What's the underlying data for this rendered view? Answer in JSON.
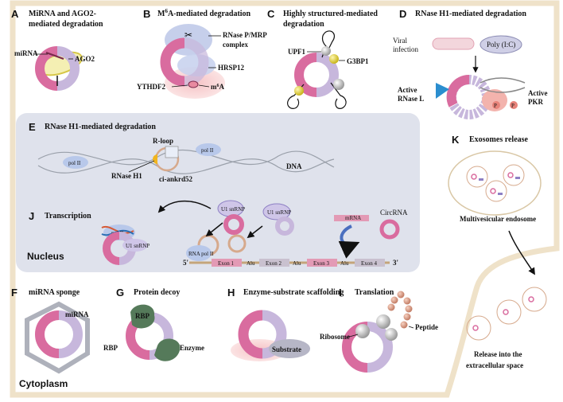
{
  "panels": {
    "A": {
      "letter": "A",
      "title1": "MiRNA and AGO2-",
      "title2": "mediated degradation",
      "mirna": "miRNA",
      "ago2": "AGO2"
    },
    "B": {
      "letter": "B",
      "title_pre": "M",
      "title_sup": "6",
      "title_post": "A-mediated degradation",
      "rnase1": "RNase P/MRP",
      "rnase2": "complex",
      "hrsp12": "HRSP12",
      "ythdf2": "YTHDF2",
      "m6a_pre": "m",
      "m6a_sup": "6",
      "m6a_post": "A"
    },
    "C": {
      "letter": "C",
      "title1": "Highly structured-mediated",
      "title2": "degradation",
      "upf1": "UPF1",
      "g3bp1": "G3BP1"
    },
    "D": {
      "letter": "D",
      "title": "RNase H1-mediated degradation",
      "viral1": "Viral",
      "viral2": "infection",
      "polyic": "Poly (I:C)",
      "active_rnase1": "Active",
      "active_rnase2": "RNase L",
      "active_pkr1": "Active",
      "active_pkr2": "PKR",
      "p1": "P",
      "p2": "P"
    },
    "E": {
      "letter": "E",
      "title": "RNase H1-mediated degradation",
      "pol2a": "pol II",
      "pol2b": "pol II",
      "rloop": "R-loop",
      "dna": "DNA",
      "rnaseh1": "RNase H1",
      "ciankrd": "ci-ankrd52"
    },
    "J": {
      "letter": "J",
      "title": "Transcription",
      "pol2": "pol II",
      "u1a": "U1 snRNP",
      "u1b": "U1 snRNP",
      "u1c": "U1 snRNP",
      "mrna": "mRNA",
      "circrna": "CircRNA",
      "rnapol": "RNA pol II",
      "five": "5'",
      "three": "3'",
      "exon1": "Exon 1",
      "alu1": "Alu",
      "exon2": "Exon 2",
      "alu2": "Alu",
      "exon3": "Exon 3",
      "alu3": "Alu",
      "exon4": "Exon 4",
      "nucleus": "Nucleus"
    },
    "K": {
      "letter": "K",
      "title": "Exosomes release",
      "mve": "Multivesicular endosome",
      "release1": "Release into the",
      "release2": "extracellular space"
    },
    "F": {
      "letter": "F",
      "title": "miRNA sponge",
      "mirna": "miRNA",
      "cytoplasm": "Cytoplasm"
    },
    "G": {
      "letter": "G",
      "title": "Protein decoy",
      "rbp_inner": "RBP",
      "rbp_left": "RBP",
      "enzyme": "Enzyme"
    },
    "H": {
      "letter": "H",
      "title": "Enzyme-substrate scaffolding",
      "substrate": "Substrate"
    },
    "I": {
      "letter": "I",
      "title": "Translation",
      "ribosome": "Ribosome",
      "peptide": "Peptide"
    }
  },
  "colors": {
    "circ_pink": "#d96c9f",
    "circ_lilac": "#c7b7dc",
    "cell_border": "#efe2c9",
    "nucleus": "#dfe2ec",
    "exon": "#e39ab5",
    "exon_gray": "#c9c1cf",
    "alu": "#2b7fbf"
  }
}
